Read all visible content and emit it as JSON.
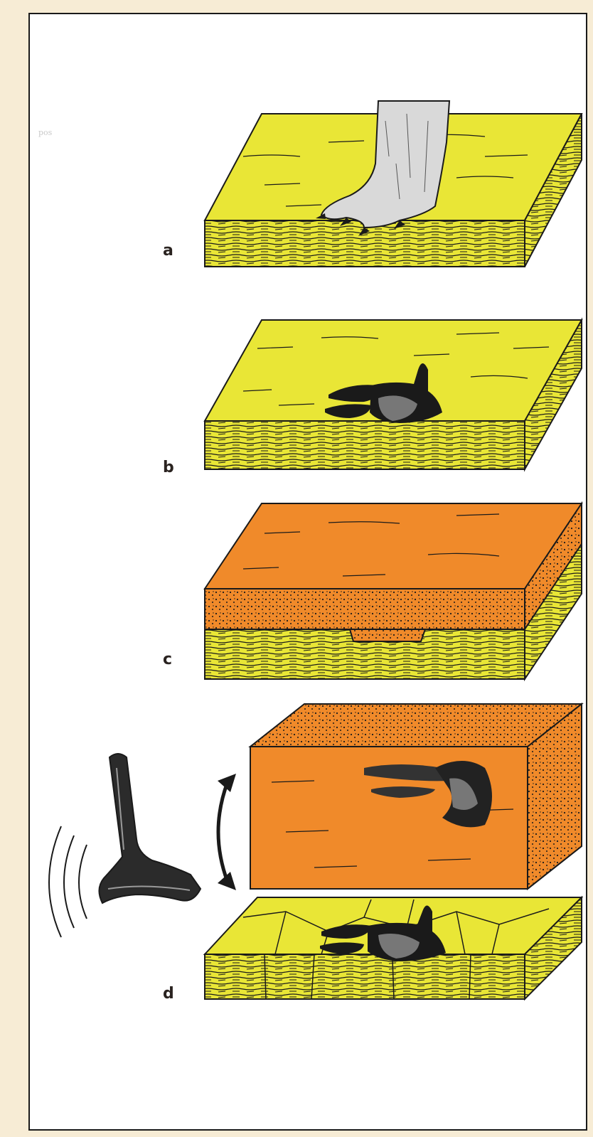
{
  "faint_text": "pos",
  "labels": [
    "a",
    "b",
    "c",
    "d"
  ],
  "colors": {
    "clay": "#e9e636",
    "sand": "#f08a2a",
    "ink": "#1a1a1a",
    "page": "#f7ecd5"
  },
  "icons": [
    "dinosaur-foot-icon",
    "footprint-mold-icon",
    "footprint-cast-icon",
    "hammer-icon",
    "curved-double-arrow-icon",
    "sound-waves-icon"
  ]
}
